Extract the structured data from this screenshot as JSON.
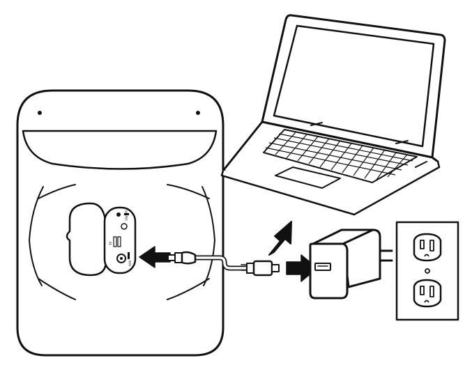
{
  "colors": {
    "stroke": "#111111",
    "fill": "#ffffff",
    "arrow": "#111111"
  },
  "icons": {
    "device": "speaker-back-panel-icon",
    "laptop": "laptop-icon",
    "adapter": "usb-wall-adapter-icon",
    "outlet": "wall-outlet-icon",
    "cable": "usb-c-cable-icon",
    "arrows": "direction-arrow-icon"
  },
  "labels": {
    "panel_a": "ON/OFF",
    "panel_b": "5V",
    "panel_c": "AUX"
  }
}
